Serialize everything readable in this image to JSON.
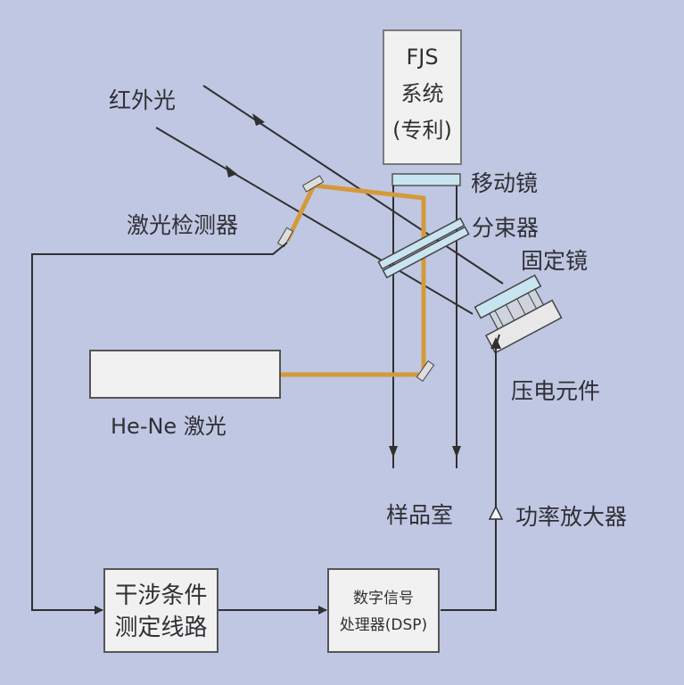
{
  "fjs_box": {
    "line1": "FJS",
    "line2": "系统",
    "line3": "(专利)"
  },
  "labels": {
    "infrared": "红外光",
    "moving_mirror": "移动镜",
    "beam_splitter": "分束器",
    "fixed_mirror": "固定镜",
    "laser_detector": "激光检测器",
    "piezo": "压电元件",
    "he_ne": "He-Ne 激光",
    "sample_room": "样品室",
    "power_amp": "功率放大器"
  },
  "interference_box": {
    "line1": "干涉条件",
    "line2": "测定线路"
  },
  "dsp_box": {
    "line1": "数字信号",
    "line2": "处理器(DSP)"
  },
  "colors": {
    "background": "#c0c7e3",
    "laser_beam": "#d49a3a",
    "box_fill": "#f1f1f1",
    "line": "#303030"
  }
}
